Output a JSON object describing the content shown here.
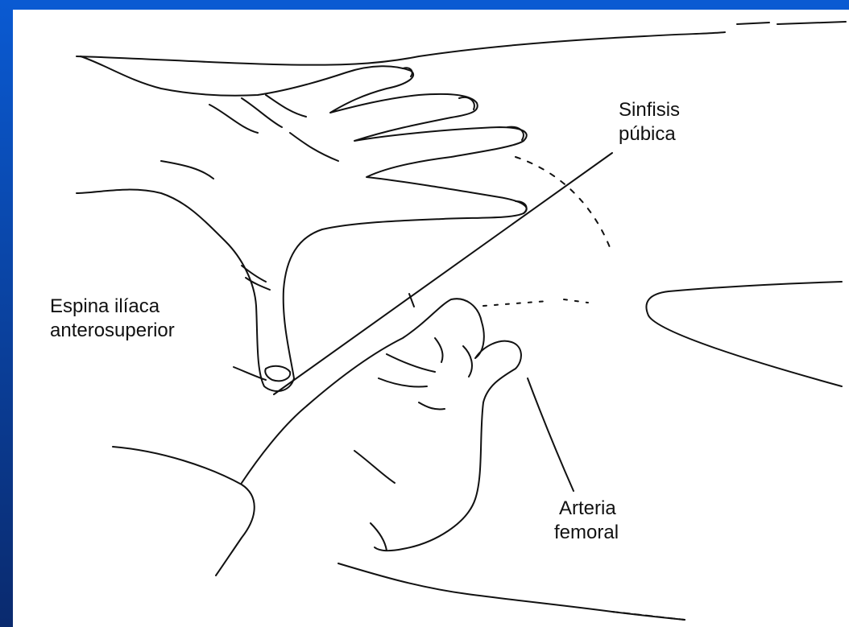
{
  "colors": {
    "frame_gradient_top": "#0a5ad2",
    "frame_gradient_bottom": "#0a2a6e",
    "paper": "#ffffff",
    "ink": "#111111"
  },
  "labels": {
    "sinfisis": {
      "line1": "Sinfisis",
      "line2": "púbica"
    },
    "espina": {
      "line1": "Espina ilíaca",
      "line2": "anterosuperior"
    },
    "arteria": {
      "line1": "Arteria",
      "line2": "femoral"
    }
  }
}
